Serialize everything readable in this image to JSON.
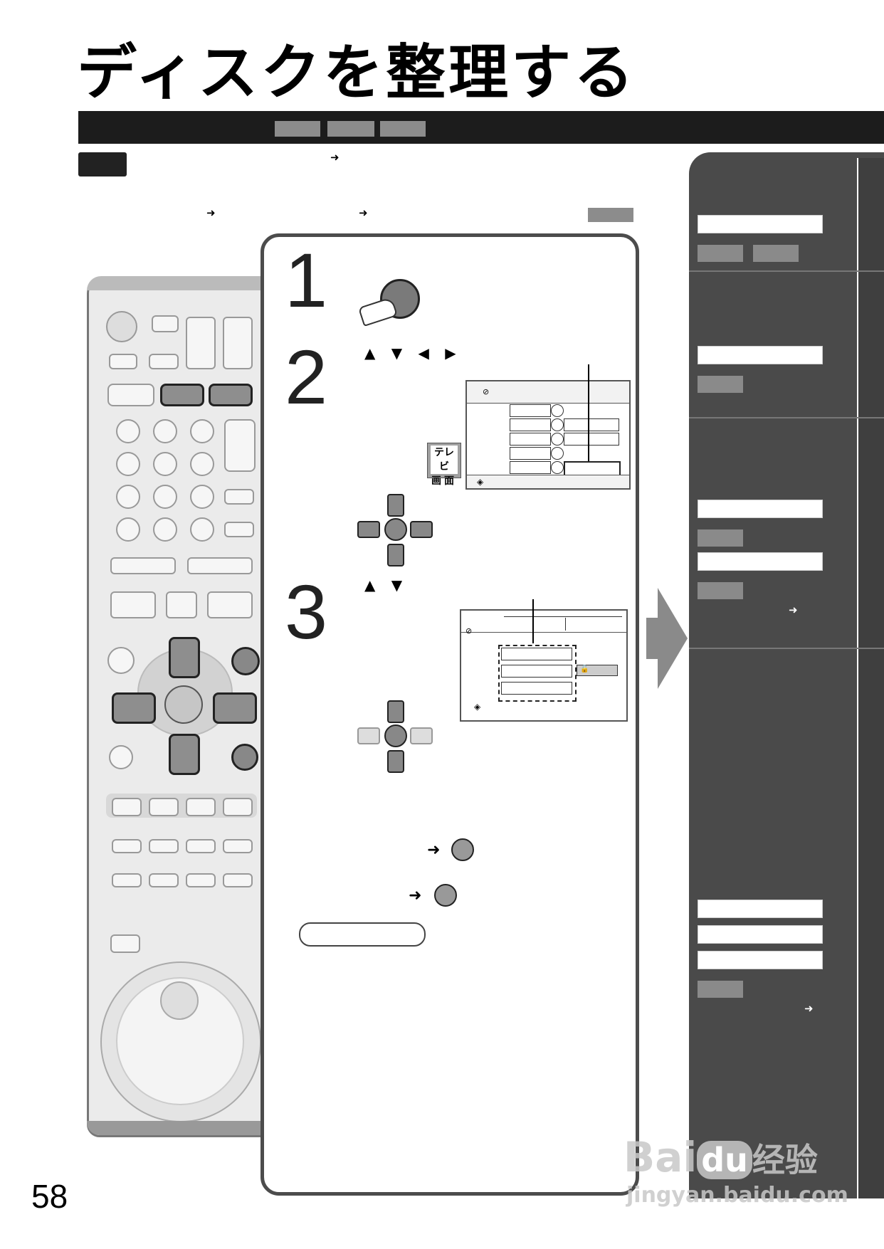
{
  "page": {
    "title": "ディスクを整理する",
    "page_number": "58"
  },
  "remote": {
    "tele_screen_label_1": "テレビ",
    "tele_screen_label_2": "画面"
  },
  "steps": [
    {
      "number": "1"
    },
    {
      "number": "2",
      "arrows": "▲ ▼ ◀ ▶"
    },
    {
      "number": "3",
      "arrows": "▲ ▼"
    }
  ],
  "arrows": {
    "right": "➜"
  },
  "watermark": {
    "brand": "Bai",
    "brand_du": "du",
    "brand_suffix": "经验",
    "url": "jingyan.baidu.com"
  },
  "colors": {
    "dark_bar": "#1c1c1c",
    "tag_gray": "#8c8c8c",
    "sidebar": "#4a4a4a",
    "panel_border": "#4c4c4c"
  }
}
